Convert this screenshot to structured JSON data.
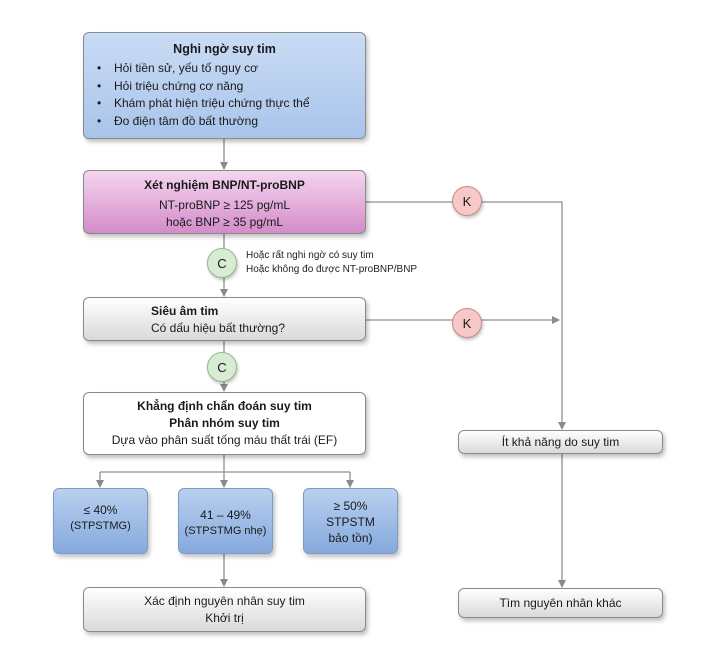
{
  "suspect": {
    "title": "Nghi ngờ suy tim",
    "items": [
      "Hỏi tiền sử, yếu tố nguy cơ",
      "Hỏi triệu chứng cơ năng",
      "Khám phát hiện triệu chứng thực thể",
      "Đo điện tâm đồ bất thường"
    ]
  },
  "bnp": {
    "title": "Xét nghiệm BNP/NT-proBNP",
    "line1": "NT-proBNP ≥ 125 pg/mL",
    "line2": "hoặc BNP  ≥ 35 pg/mL"
  },
  "badges": {
    "no": "K",
    "yes": "C"
  },
  "bnp_note": {
    "line1": "Hoặc rất nghi ngờ có suy tim",
    "line2": "Hoặc không đo được NT-proBNP/BNP"
  },
  "echo": {
    "title": "Siêu âm tim",
    "question": "Có dấu hiệu bất thường?"
  },
  "confirm": {
    "line1": "Khẳng định chẩn đoán suy tim",
    "line2": "Phân nhóm suy tim",
    "line3": "Dựa vào phân suất tống máu thất trái (EF)"
  },
  "ef_groups": [
    {
      "range": "≤ 40%",
      "label": "(STPSTMG)"
    },
    {
      "range": "41 – 49%",
      "label": "(STPSTMG nhẹ)"
    },
    {
      "range": "≥ 50%",
      "label": "STPSTM",
      "label2": "bảo tồn)"
    }
  ],
  "cause": {
    "line1": "Xác định nguyên nhân suy tim",
    "line2": "Khởi trị"
  },
  "unlikely": "Ít khả năng do suy tim",
  "other": "Tìm nguyên nhân khác"
}
